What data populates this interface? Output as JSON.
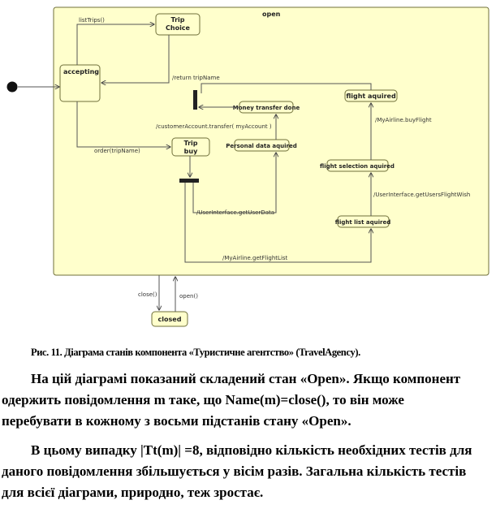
{
  "diagram": {
    "composite_state": "open",
    "states": {
      "trip_choice_1": "Trip",
      "trip_choice_2": "Choice",
      "accepting": "accepting",
      "flight_aquired": "flight aquired",
      "money_transfer_done": "Money transfer done",
      "personal_data_aquired": "Personal data aquired",
      "trip_buy_1": "Trip",
      "trip_buy_2": "buy",
      "flight_selection_aquired": "flight selection aquired",
      "flight_list_aquired": "flight list aquired",
      "closed": "closed"
    },
    "transitions": {
      "list_trips": "listTrips()",
      "return_trip_name": "/return tripName",
      "customer_account_transfer": "/customerAccount.transfer( myAccount )",
      "my_airline_buy_flight": "/MyAirline.buyFlight",
      "order_trip_name": "order(tripName)",
      "user_interface_get_users_flight_wish": "/UserInterface.getUsersFlightWish",
      "user_interface_get_user_data": "/UserInterface.getUserData",
      "my_airline_get_flight_list": "/MyAirline.getFlightList",
      "close": "close()",
      "open": "open()"
    }
  },
  "caption": "Рис. 11. Діаграма станів компонента «Туристичне агентство» (TravelAgency).",
  "paragraph1": {
    "line1": "На цій діаграмі показаний складений стан «Open». Якщо компонент",
    "line2": "одержить повідомлення m таке, що Name(m)=close(), то він може",
    "line3": "перебувати в кожному з восьми підстанів стану «Open»."
  },
  "paragraph2": {
    "line1": "В цьому випадку |Tt(m)| =8, відповідно кількість необхідних тестів для",
    "line2": "даного повідомлення збільшується у вісім разів. Загальна кількість тестів",
    "line3": "для всієї діаграми, природно, теж зростає."
  }
}
